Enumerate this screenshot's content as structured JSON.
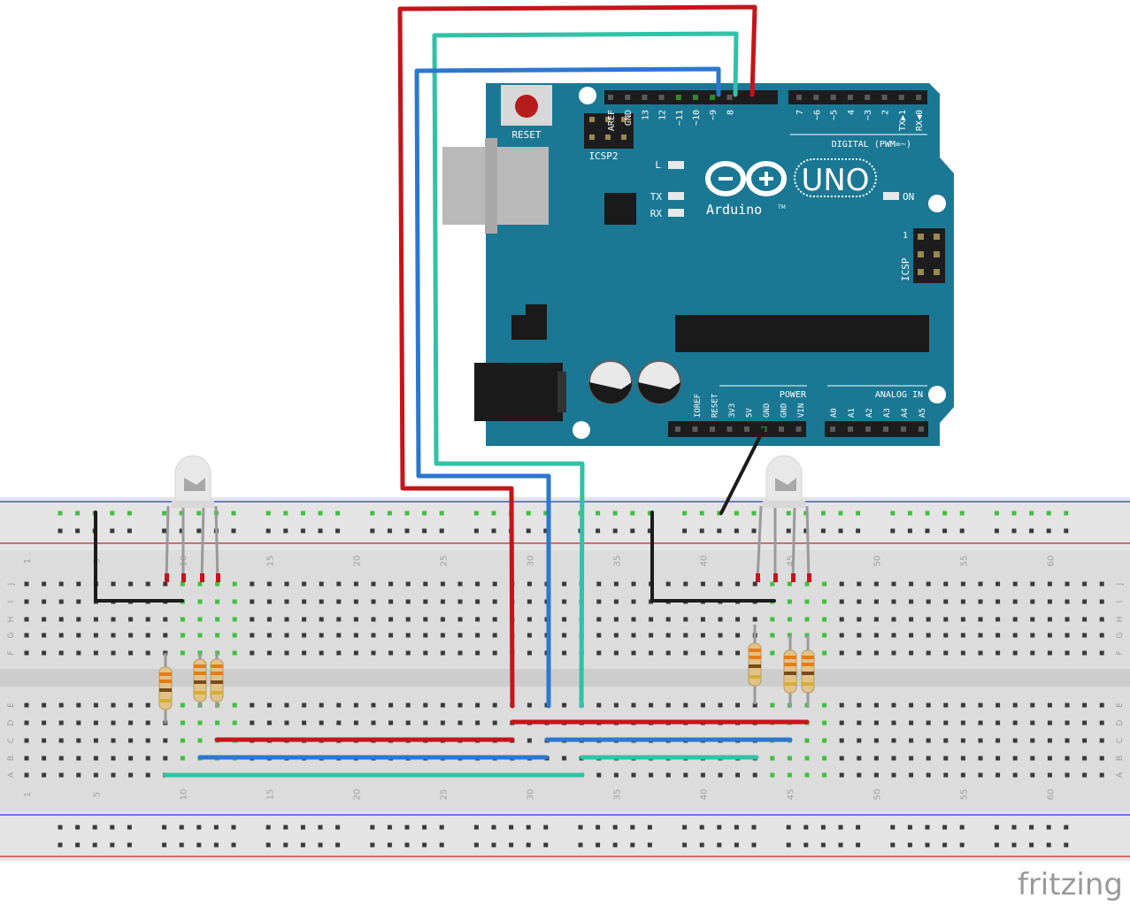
{
  "arduino": {
    "reset_label": "RESET",
    "icsp2_label": "ICSP2",
    "icsp_label": "ICSP",
    "icsp_pin1": "1",
    "l_label": "L",
    "tx_label": "TX",
    "rx_label": "RX",
    "on_label": "ON",
    "uno_label": "UNO",
    "brand_label": "Arduino",
    "tm": "TM",
    "digital_label": "DIGITAL (PWM=~)",
    "power_label": "POWER",
    "analog_label": "ANALOG IN",
    "digital_pins": [
      "AREF",
      "GND",
      "13",
      "12",
      "~11",
      "~10",
      "~9",
      "8",
      "7",
      "~6",
      "~5",
      "4",
      "~3",
      "2",
      "TX▶1",
      "RX◀0"
    ],
    "power_pins": [
      "IOREF",
      "RESET",
      "3V3",
      "5V",
      "GND",
      "GND",
      "VIN"
    ],
    "analog_pins": [
      "A0",
      "A1",
      "A2",
      "A3",
      "A4",
      "A5"
    ]
  },
  "breadboard": {
    "rows_top": [
      "J",
      "I",
      "H",
      "G",
      "F"
    ],
    "rows_bottom": [
      "E",
      "D",
      "C",
      "B",
      "A"
    ],
    "column_numbers_top": [
      "1",
      "5",
      "10",
      "15",
      "20",
      "25",
      "30",
      "35",
      "40",
      "45",
      "50",
      "55",
      "60"
    ],
    "column_numbers_bottom": [
      "1",
      "5",
      "10",
      "15",
      "20",
      "25",
      "30",
      "35",
      "40",
      "45",
      "50",
      "55",
      "60"
    ]
  },
  "colors": {
    "board": "#1a7894",
    "wire_red": "#c5141a",
    "wire_blue": "#2c77d0",
    "wire_teal": "#30c2a6",
    "wire_black": "#1b1b1b",
    "rail_red": "#d02020",
    "rail_blue": "#2040c0"
  },
  "footer": {
    "brand": "fritzing"
  }
}
